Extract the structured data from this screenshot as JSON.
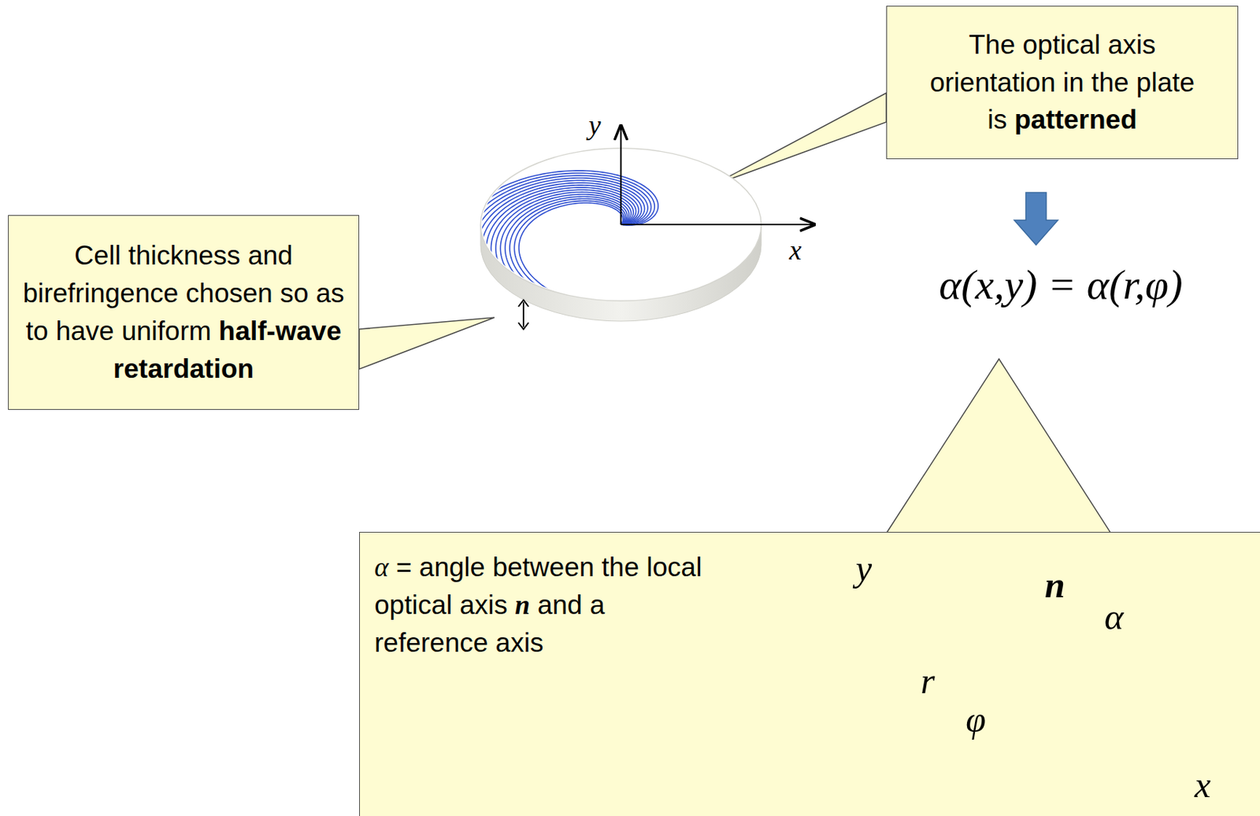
{
  "diagram": {
    "nodes": [
      {
        "text": [
          "The optical axis orientation in the plate is patterned"
        ]
      },
      {
        "text": [
          "Cell thickness and birefringence chosen so as to have uniform half-wave retardation"
        ]
      },
      {
        "text": [
          "α = angle between the local optical axis n and a reference axis"
        ]
      }
    ],
    "labels": [
      "y",
      "x",
      "α(x,y) = α(r,φ)",
      "y",
      "x",
      "n",
      "α",
      "r",
      "φ"
    ]
  }
}
